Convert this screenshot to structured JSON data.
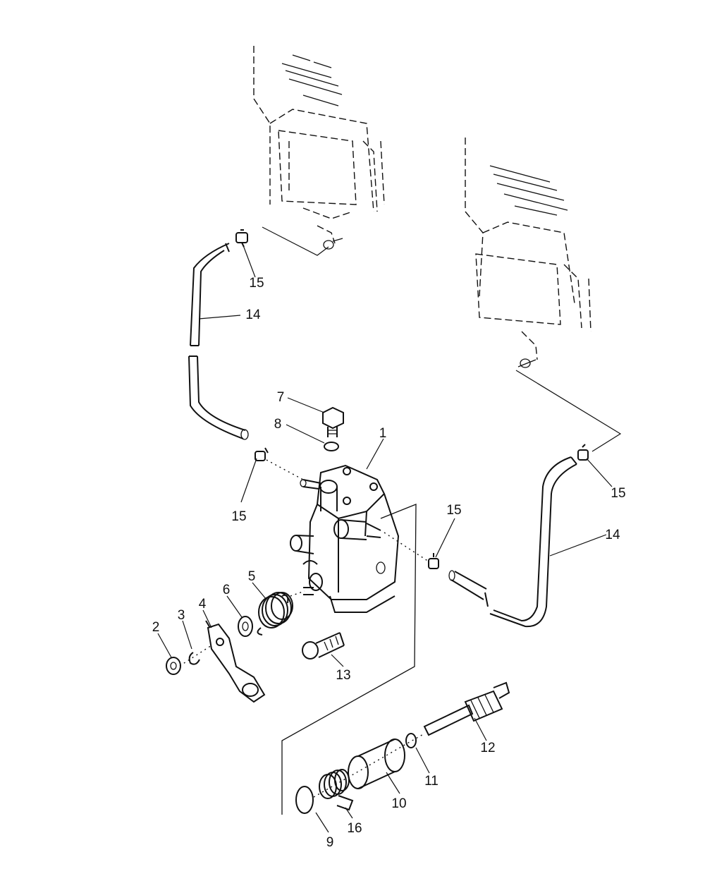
{
  "callouts": [
    {
      "id": "c1",
      "text": "1"
    },
    {
      "id": "c2",
      "text": "2"
    },
    {
      "id": "c3",
      "text": "3"
    },
    {
      "id": "c4",
      "text": "4"
    },
    {
      "id": "c5",
      "text": "5"
    },
    {
      "id": "c6",
      "text": "6"
    },
    {
      "id": "c7",
      "text": "7"
    },
    {
      "id": "c8",
      "text": "8"
    },
    {
      "id": "c9",
      "text": "9"
    },
    {
      "id": "c10",
      "text": "10"
    },
    {
      "id": "c11",
      "text": "11"
    },
    {
      "id": "c12",
      "text": "12"
    },
    {
      "id": "c13",
      "text": "13"
    },
    {
      "id": "c14a",
      "text": "14"
    },
    {
      "id": "c14b",
      "text": "14"
    },
    {
      "id": "c15a",
      "text": "15"
    },
    {
      "id": "c15b",
      "text": "15"
    },
    {
      "id": "c15c",
      "text": "15"
    },
    {
      "id": "c15d",
      "text": "15"
    },
    {
      "id": "c16",
      "text": "16"
    }
  ],
  "style": {
    "ink": "#111111",
    "paper": "#ffffff"
  }
}
